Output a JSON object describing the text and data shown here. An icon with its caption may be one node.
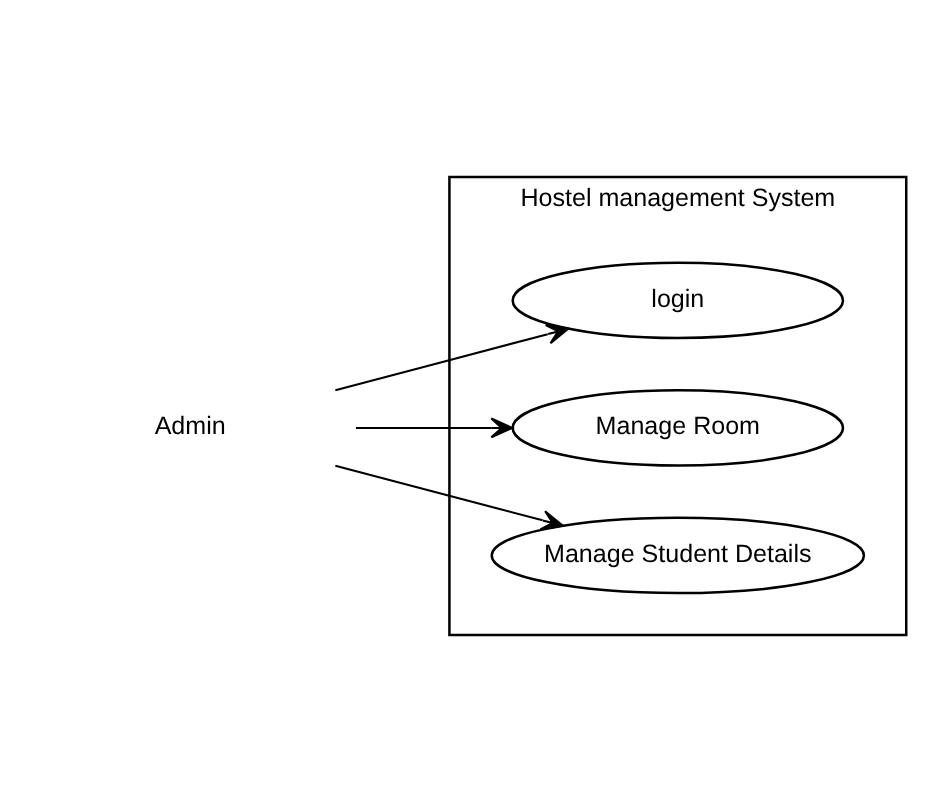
{
  "diagram": {
    "nodes": [
      {
        "text": [
          "Hostel management System"
        ]
      },
      {
        "text": [
          "login"
        ],
        "in": 0
      },
      {
        "text": [
          "Manage Room"
        ],
        "in": 0
      },
      {
        "text": [
          "Manage Student Details"
        ],
        "in": 0
      },
      {
        "text": [
          "Admin"
        ]
      }
    ],
    "edges": [
      {
        "from": 4,
        "to": 1,
        "arrow": "to"
      },
      {
        "from": 4,
        "to": 2,
        "arrow": "to"
      },
      {
        "from": 4,
        "to": 3,
        "arrow": "to"
      }
    ]
  }
}
